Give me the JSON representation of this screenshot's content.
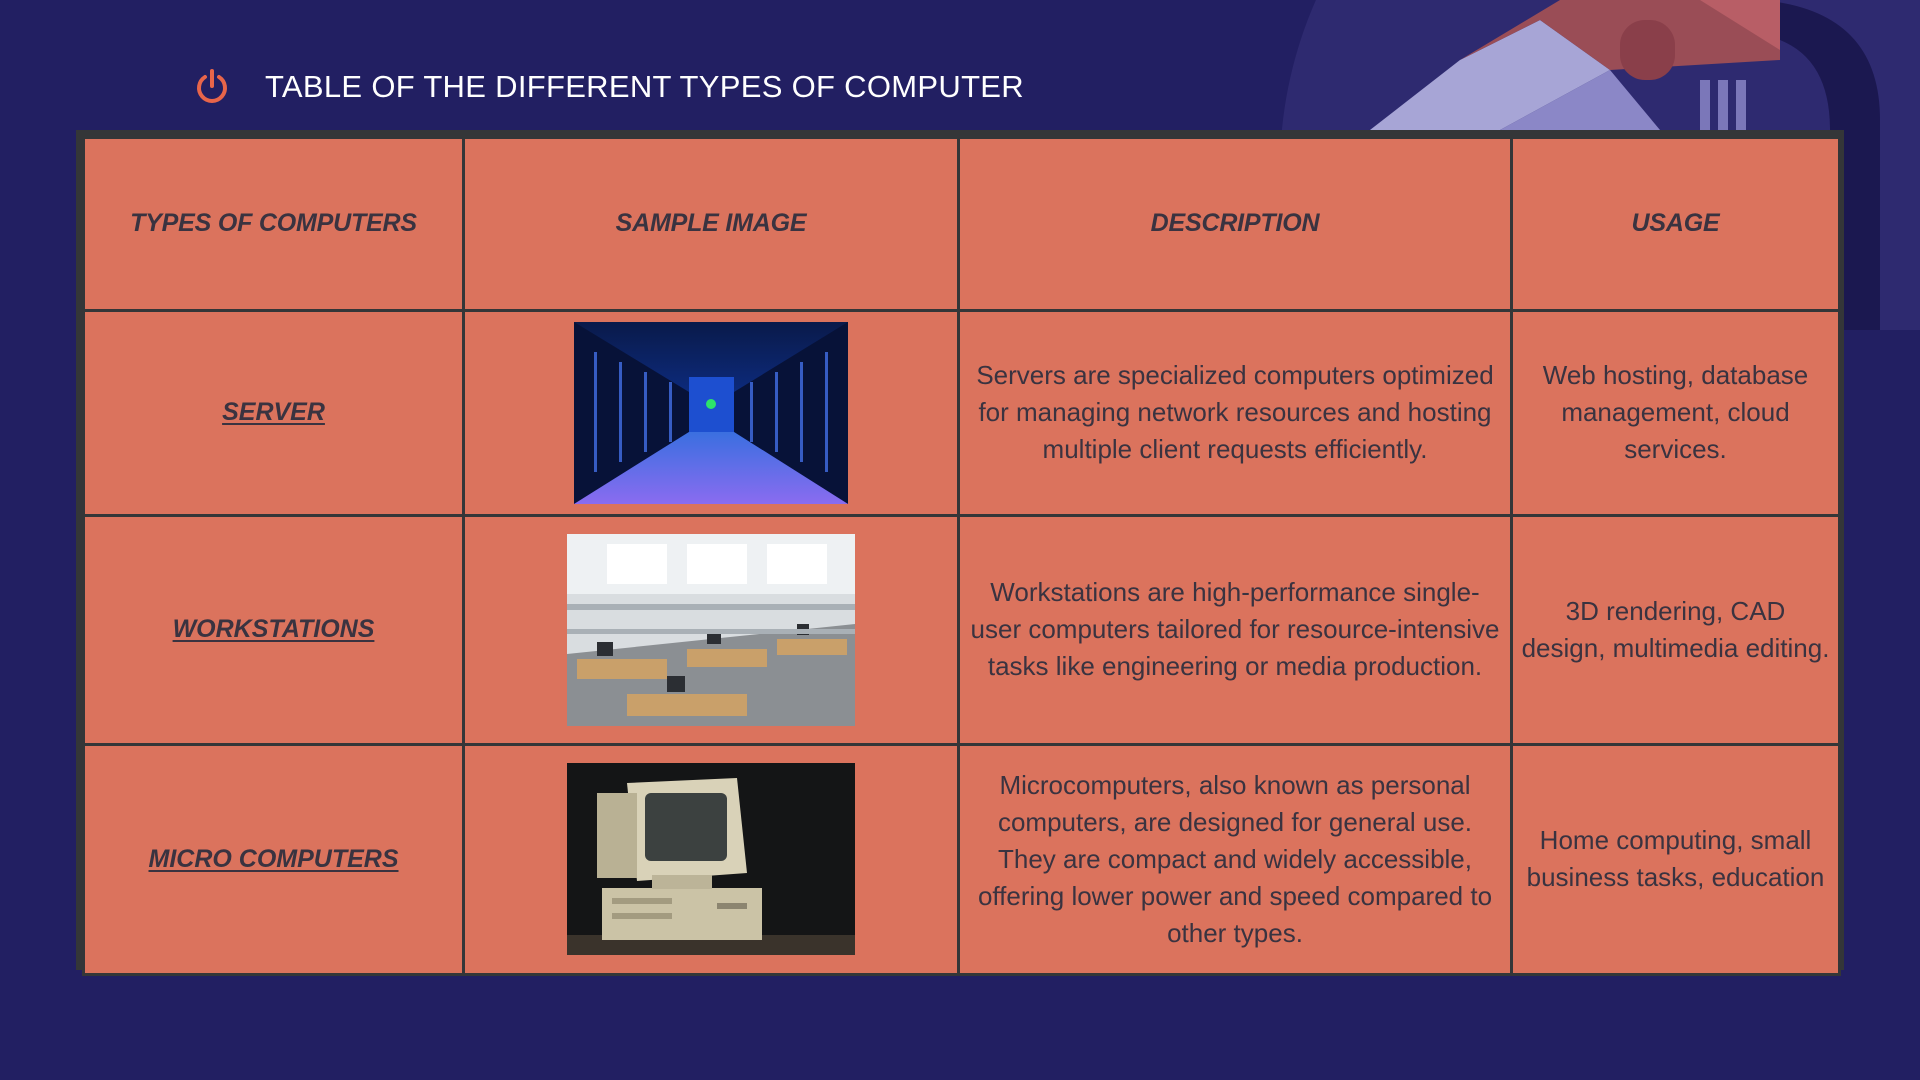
{
  "slide": {
    "title": "TABLE OF THE DIFFERENT TYPES OF COMPUTER",
    "icon": "power-icon",
    "accent_color": "#e8654a",
    "background_color": "#221f62",
    "cell_color": "#db735d"
  },
  "table": {
    "headers": [
      "TYPES OF COMPUTERS",
      "SAMPLE IMAGE",
      "DESCRIPTION",
      "USAGE"
    ],
    "rows": [
      {
        "type": "SERVER",
        "image": "server-room-image",
        "description": "Servers are specialized computers optimized for managing network resources and hosting multiple client requests efficiently.",
        "usage": "Web hosting, database management, cloud services."
      },
      {
        "type": "WORKSTATIONS",
        "image": "office-workstations-image",
        "description": "Workstations are high-performance single-user computers tailored for resource-intensive tasks like engineering or media production.",
        "usage": "3D rendering, CAD design, multimedia editing."
      },
      {
        "type": "MICRO COMPUTERS",
        "image": "vintage-personal-computer-image",
        "description": "Microcomputers, also known as personal computers, are designed for general use. They are compact and widely accessible, offering lower power and speed compared to other types.",
        "usage": "Home computing, small business tasks, education"
      }
    ]
  }
}
